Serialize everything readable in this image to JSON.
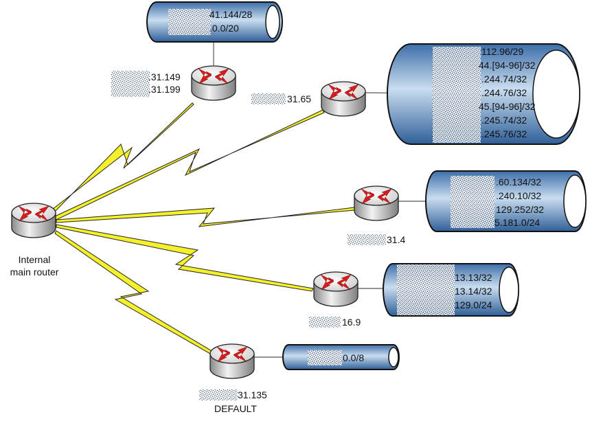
{
  "diagram": {
    "main_router": {
      "label_line1": "Internal",
      "label_line2": "main router"
    },
    "routers": [
      {
        "id": "r1",
        "labels": [
          ".31.149",
          ".31.199"
        ]
      },
      {
        "id": "r2",
        "labels": [
          "31.65"
        ]
      },
      {
        "id": "r3",
        "labels": [
          "31.4"
        ]
      },
      {
        "id": "r4",
        "labels": [
          "16.9"
        ]
      },
      {
        "id": "r5",
        "labels": [
          "31.135",
          "DEFAULT"
        ]
      }
    ],
    "networks": [
      {
        "router": "r1",
        "prefixes": [
          "41.144/28",
          ".0.0/20"
        ]
      },
      {
        "router": "r2",
        "prefixes": [
          "112.96/29",
          "44.[94-96]/32",
          ".244.74/32",
          ".244.76/32",
          "45.[94-96]/32",
          ".245.74/32",
          ".245.76/32"
        ]
      },
      {
        "router": "r3",
        "prefixes": [
          ".60.134/32",
          ".240.10/32",
          "129.252/32",
          "5.181.0/24"
        ]
      },
      {
        "router": "r4",
        "prefixes": [
          "13.13/32",
          "13.14/32",
          "129.0/24"
        ]
      },
      {
        "router": "r5",
        "prefixes": [
          "0.0/8"
        ]
      }
    ],
    "link_type": "serial-wan-lightning",
    "colors": {
      "cylinder_fill": "#5b8fc4",
      "cylinder_light": "#c9ddef",
      "lightning": "#f4f12a",
      "arrow": "#d81d1d",
      "router_body": "#d8d8d8"
    }
  }
}
